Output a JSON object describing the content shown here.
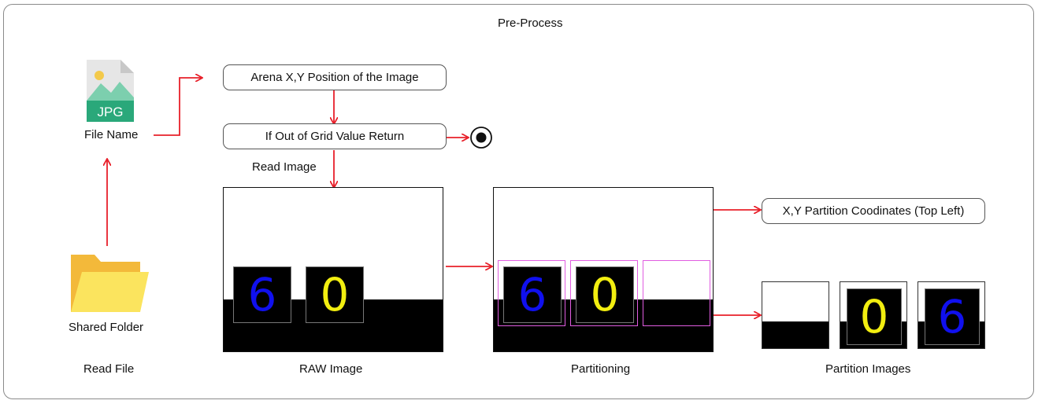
{
  "title": "Pre-Process",
  "read_file": {
    "file_icon_text": "JPG",
    "file_label": "File Name",
    "folder_label": "Shared Folder",
    "section_label": "Read File"
  },
  "steps": {
    "arena": "Arena X,Y Position of the Image",
    "grid_check": "If Out of Grid Value Return",
    "read_image": "Read Image"
  },
  "raw_image": {
    "label": "RAW Image",
    "digits": [
      {
        "value": "6",
        "color": "#1010ee"
      },
      {
        "value": "0",
        "color": "#f2ee10"
      }
    ]
  },
  "partitioning": {
    "label": "Partitioning",
    "digits": [
      {
        "value": "6",
        "color": "#1010ee"
      },
      {
        "value": "0",
        "color": "#f2ee10"
      }
    ],
    "partition_count": 3
  },
  "outputs": {
    "coordinates": "X,Y Partition Coodinates (Top Left)",
    "label": "Partition Images",
    "thumbs": [
      {
        "value": "",
        "color": "#000000"
      },
      {
        "value": "0",
        "color": "#f2ee10"
      },
      {
        "value": "6",
        "color": "#1010ee"
      }
    ]
  },
  "colors": {
    "arrow": "#e8202a",
    "partition_box": "#e05ce0",
    "jpg_green": "#2aa87a",
    "folder_yellow": "#f7d84a"
  }
}
